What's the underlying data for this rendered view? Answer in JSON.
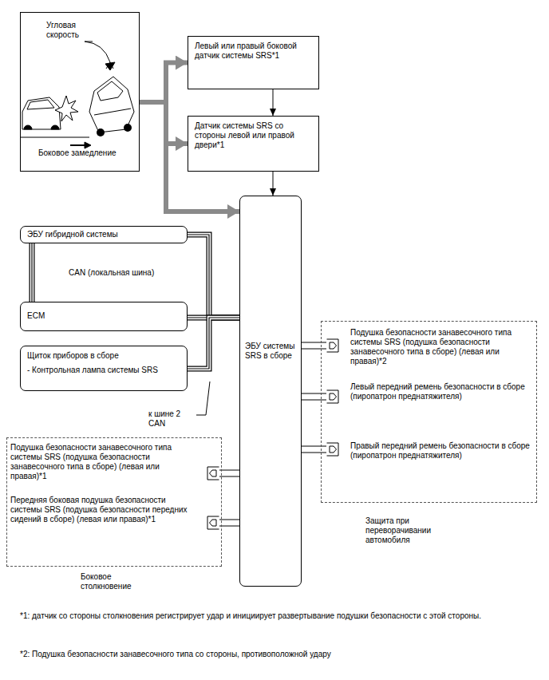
{
  "diagram": {
    "nodes": [
      {
        "text": [
          "Угловая скорость",
          "Боковое замедление"
        ]
      },
      {
        "text": [
          "Левый или правый боковой датчик системы SRS*1"
        ]
      },
      {
        "text": [
          "Датчик системы SRS со стороны левой или правой двери*1"
        ]
      },
      {
        "text": [
          "ЭБУ системы SRS в сборе"
        ]
      },
      {
        "text": [
          "ЭБУ гибридной системы"
        ]
      },
      {
        "text": [
          "ECM"
        ]
      },
      {
        "text": [
          "Щиток приборов в сборе",
          "- Контрольная лампа системы SRS"
        ]
      },
      {
        "text": [
          "Защита при переворачивании автомобиля"
        ]
      },
      {
        "text": [
          "Подушка безопасности занавесочного типа системы SRS (подушка безопасности занавесочного типа в сборе) (левая или правая)*2"
        ],
        "in": 7
      },
      {
        "text": [
          "Левый передний ремень безопасности в сборе (пиропатрон преднатяжителя)"
        ],
        "in": 7
      },
      {
        "text": [
          "Правый передний ремень безопасности в сборе (пиропатрон преднатяжителя)"
        ],
        "in": 7
      },
      {
        "text": [
          "Боковое столкновение"
        ]
      },
      {
        "text": [
          "Подушка безопасности занавесочного типа системы SRS (подушка безопасности занавесочного типа в сборе) (левая или правая)*1"
        ],
        "in": 11
      },
      {
        "text": [
          "Передняя боковая подушка безопасности системы SRS (подушка безопасности передних сидений в сборе) (левая или правая)*1"
        ],
        "in": 11
      }
    ],
    "edges": [
      {
        "from": 0,
        "to": 1,
        "arrow": "to"
      },
      {
        "from": 0,
        "to": 2,
        "arrow": "to"
      },
      {
        "from": 0,
        "to": 3,
        "arrow": "to"
      },
      {
        "from": 1,
        "to": 2,
        "arrow": "to"
      },
      {
        "from": 2,
        "to": 3,
        "arrow": "to"
      },
      {
        "from": 4,
        "to": 3,
        "arrow": "none"
      },
      {
        "from": 5,
        "to": 3,
        "arrow": "none"
      },
      {
        "from": 6,
        "to": 3,
        "arrow": "none"
      },
      {
        "from": 4,
        "to": 5,
        "arrow": "none"
      },
      {
        "from": 3,
        "to": 8,
        "arrow": "none"
      },
      {
        "from": 3,
        "to": 9,
        "arrow": "none"
      },
      {
        "from": 3,
        "to": 10,
        "arrow": "none"
      },
      {
        "from": 3,
        "to": 12,
        "arrow": "none"
      },
      {
        "from": 3,
        "to": 13,
        "arrow": "none"
      }
    ],
    "labels": [
      "CAN (локальная шина)",
      "к шине 2 CAN",
      "*1: датчик со стороны столкновения регистрирует удар и инициирует развертывание подушки безопасности с этой стороны.",
      "*2: Подушка безопасности занавесочного типа со стороны, противоположной удару"
    ]
  }
}
